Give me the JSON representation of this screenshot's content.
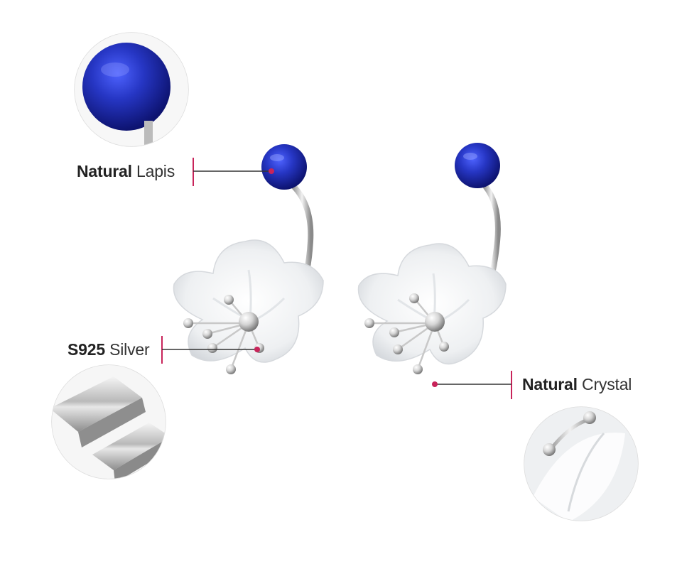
{
  "callouts": {
    "lapis": {
      "strong": "Natural",
      "light": " Lapis"
    },
    "silver": {
      "strong": "S925",
      "light": " Silver"
    },
    "crystal": {
      "strong": "Natural",
      "light": " Crystal"
    }
  },
  "colors": {
    "lapis_blue": "#1f2fa8",
    "accent_red": "#c8245a",
    "silver": "#c9c9c9"
  }
}
